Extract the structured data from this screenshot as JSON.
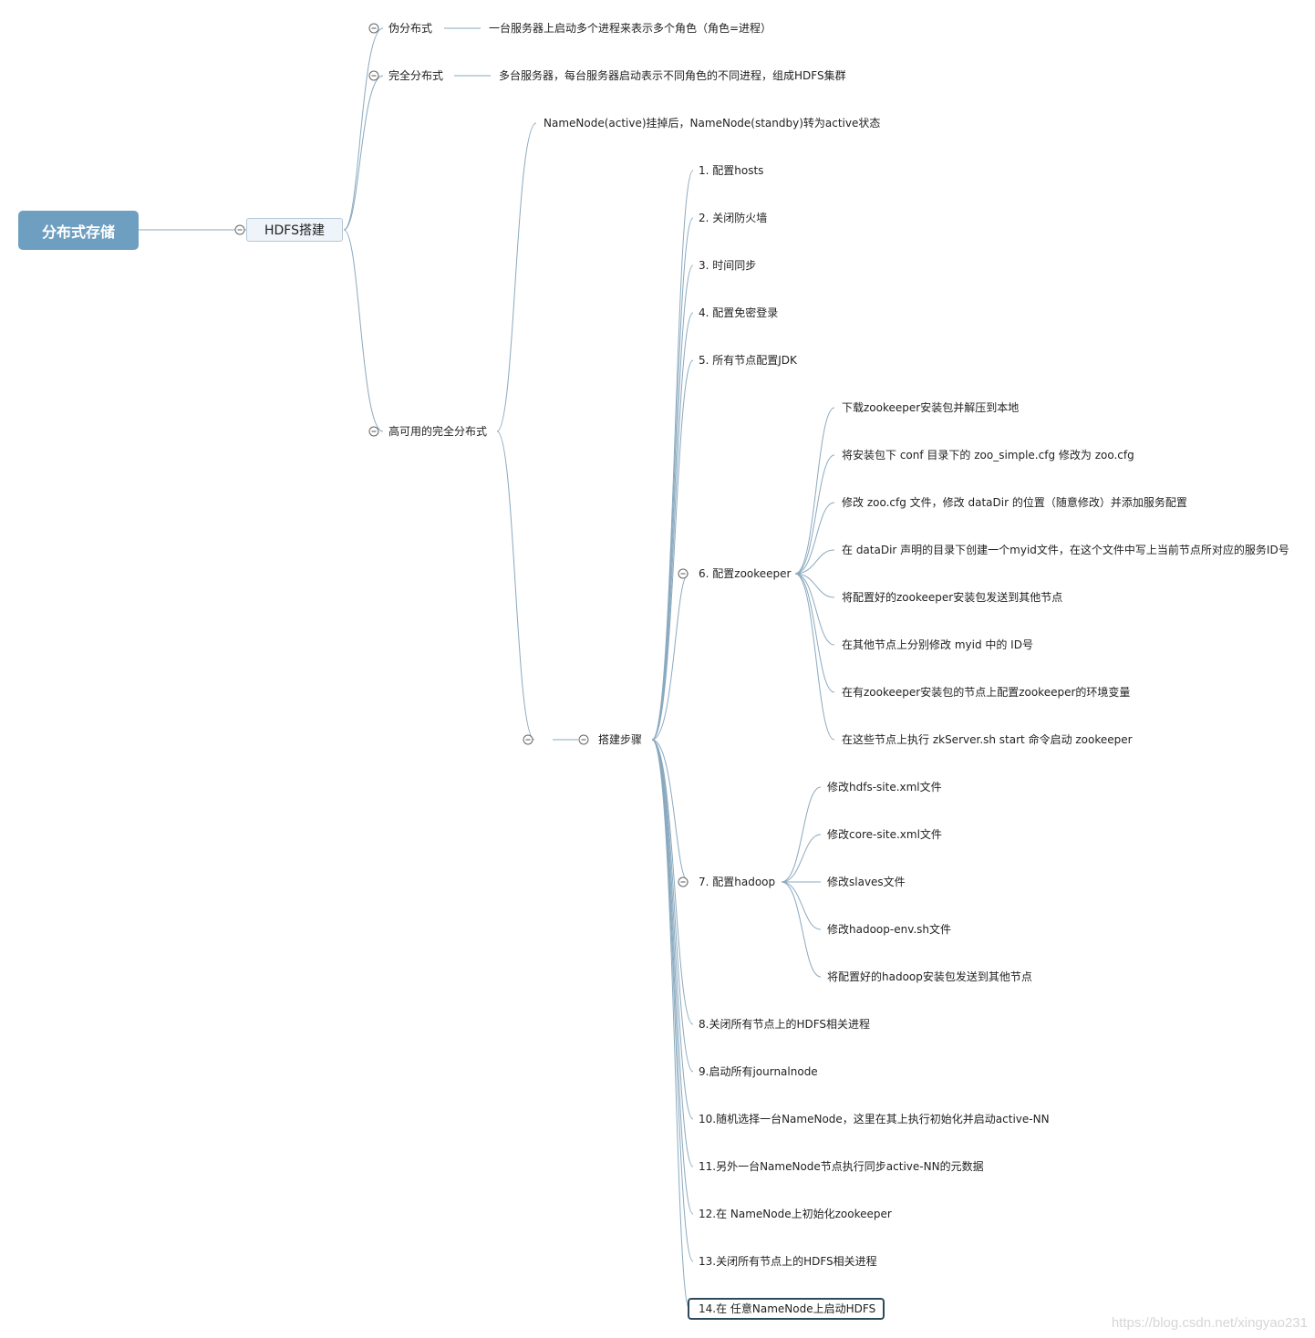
{
  "root": {
    "label": "分布式存储"
  },
  "hdfs": {
    "label": "HDFS搭建"
  },
  "branches": {
    "pseudo": {
      "label": "伪分布式",
      "desc": "一台服务器上启动多个进程来表示多个角色（角色=进程）"
    },
    "full": {
      "label": "完全分布式",
      "desc": "多台服务器，每台服务器启动表示不同角色的不同进程，组成HDFS集群"
    },
    "ha": {
      "label": "高可用的完全分布式",
      "failover": "NameNode(active)挂掉后，NameNode(standby)转为active状态",
      "steps_label": "搭建步骤"
    }
  },
  "steps": {
    "s1": "1. 配置hosts",
    "s2": "2. 关闭防火墙",
    "s3": "3. 时间同步",
    "s4": "4. 配置免密登录",
    "s5": "5. 所有节点配置JDK",
    "s6": "6. 配置zookeeper",
    "s7": "7. 配置hadoop",
    "s8": "8.关闭所有节点上的HDFS相关进程",
    "s9": "9.启动所有journalnode",
    "s10": "10.随机选择一台NameNode，这里在其上执行初始化并启动active-NN",
    "s11": "11.另外一台NameNode节点执行同步active-NN的元数据",
    "s12": "12.在 NameNode上初始化zookeeper",
    "s13": "13.关闭所有节点上的HDFS相关进程",
    "s14": "14.在 任意NameNode上启动HDFS"
  },
  "zk": {
    "z1": "下载zookeeper安装包并解压到本地",
    "z2": "将安装包下 conf 目录下的 zoo_simple.cfg 修改为 zoo.cfg",
    "z3": "修改 zoo.cfg 文件，修改 dataDir 的位置（随意修改）并添加服务配置",
    "z4": "在 dataDir 声明的目录下创建一个myid文件，在这个文件中写上当前节点所对应的服务ID号",
    "z5": "将配置好的zookeeper安装包发送到其他节点",
    "z6": "在其他节点上分别修改 myid 中的 ID号",
    "z7": "在有zookeeper安装包的节点上配置zookeeper的环境变量",
    "z8": "在这些节点上执行 zkServer.sh start 命令启动 zookeeper"
  },
  "hadoop": {
    "h1": "修改hdfs-site.xml文件",
    "h2": "修改core-site.xml文件",
    "h3": "修改slaves文件",
    "h4": "修改hadoop-env.sh文件",
    "h5": "将配置好的hadoop安装包发送到其他节点"
  },
  "watermark": "https://blog.csdn.net/xingyao231",
  "colors": {
    "root": "#6f9fc0",
    "line": "#8aa9bf",
    "selected_border": "#2d4a5c"
  }
}
